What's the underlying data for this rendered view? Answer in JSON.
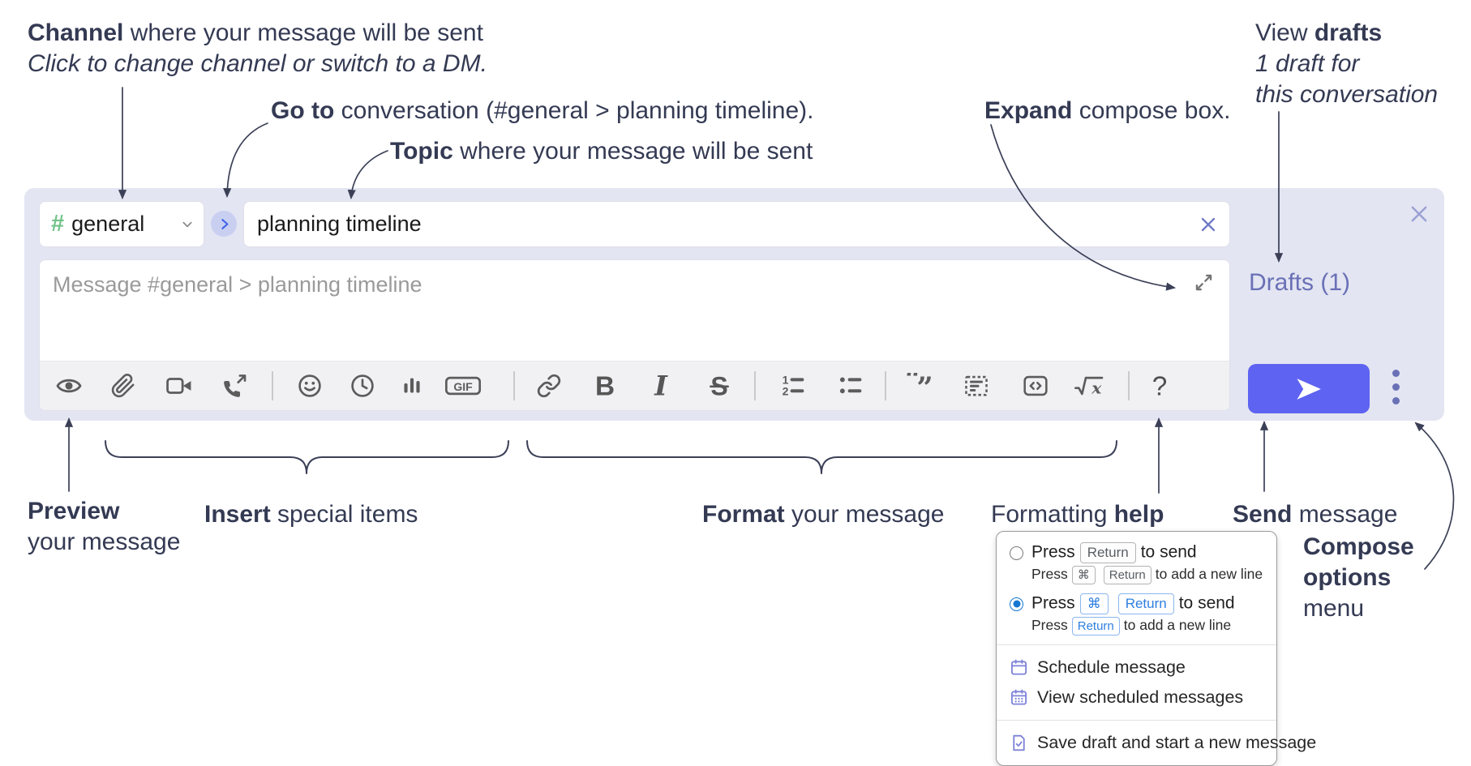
{
  "annotations": {
    "channel": {
      "bold": "Channel",
      "rest": " where your message will be sent",
      "line2": "Click to change channel or switch to a DM."
    },
    "goto": {
      "bold": "Go to",
      "rest": " conversation (#general > planning timeline)."
    },
    "topic": {
      "bold": "Topic",
      "rest": " where your message will be sent"
    },
    "expand": {
      "bold": "Expand",
      "rest": " compose box."
    },
    "drafts": {
      "line1_pre": "View ",
      "line1_bold": "drafts",
      "line2": "1 draft for",
      "line3": "this conversation"
    },
    "preview": {
      "bold": "Preview",
      "line2": "your message"
    },
    "insert": {
      "bold": "Insert",
      "rest": " special items"
    },
    "format": {
      "bold": "Format",
      "rest": " your message"
    },
    "help": {
      "pre": "Formatting ",
      "bold": "help"
    },
    "send": {
      "bold": "Send",
      "rest": " message"
    },
    "compose_options": {
      "line1": "Compose",
      "line2": "options",
      "line3": "menu"
    }
  },
  "compose": {
    "channel_selector": {
      "hash": "#",
      "name": "general"
    },
    "topic_input": {
      "value": "planning timeline"
    },
    "message_input": {
      "placeholder": "Message #general > planning timeline"
    },
    "drafts_link": "Drafts (1)",
    "icon_glyphs": {
      "gif": "GIF",
      "bold": "B",
      "italic": "I",
      "strike": "S",
      "help": "?",
      "math_x": "x",
      "quote_open": "“",
      "quote_close": "”",
      "ol_1": "1",
      "ol_2": "2"
    },
    "toolbar_icons": [
      "preview",
      "attach-file",
      "video-call",
      "voice-call",
      "emoji",
      "time",
      "poll",
      "gif",
      "link",
      "bold",
      "italic",
      "strikethrough",
      "numbered-list",
      "bulleted-list",
      "quote",
      "spoiler",
      "code",
      "math",
      "help"
    ]
  },
  "popup": {
    "option1": {
      "pre": "Press",
      "kbd": "Return",
      "post": "to send",
      "sub_pre": "Press",
      "sub_kbd1": "⌘",
      "sub_kbd2": "Return",
      "sub_post": "to add a new line"
    },
    "option2": {
      "pre": "Press",
      "kbd1": "⌘",
      "kbd2": "Return",
      "post": "to send",
      "sub_pre": "Press",
      "sub_kbd": "Return",
      "sub_post": "to add a new line"
    },
    "selected_option": "option2",
    "items": [
      {
        "icon": "calendar",
        "label": "Schedule message"
      },
      {
        "icon": "calendar-days",
        "label": "View scheduled messages"
      },
      {
        "icon": "file-check",
        "label": "Save draft and start a new message"
      }
    ]
  },
  "colors": {
    "compose_bg": "#e3e5f2",
    "send_button": "#5e63f1",
    "drafts_link": "#6a70b6",
    "channel_hash_green": "#72c38a",
    "jump_chevron_blue": "#3f64e9",
    "kbd_blue": "#2f7fe0",
    "menu_icon_purple": "#7d82d8",
    "annotation_text": "#343a53",
    "toolbar_icon": "#5c5c5c"
  }
}
